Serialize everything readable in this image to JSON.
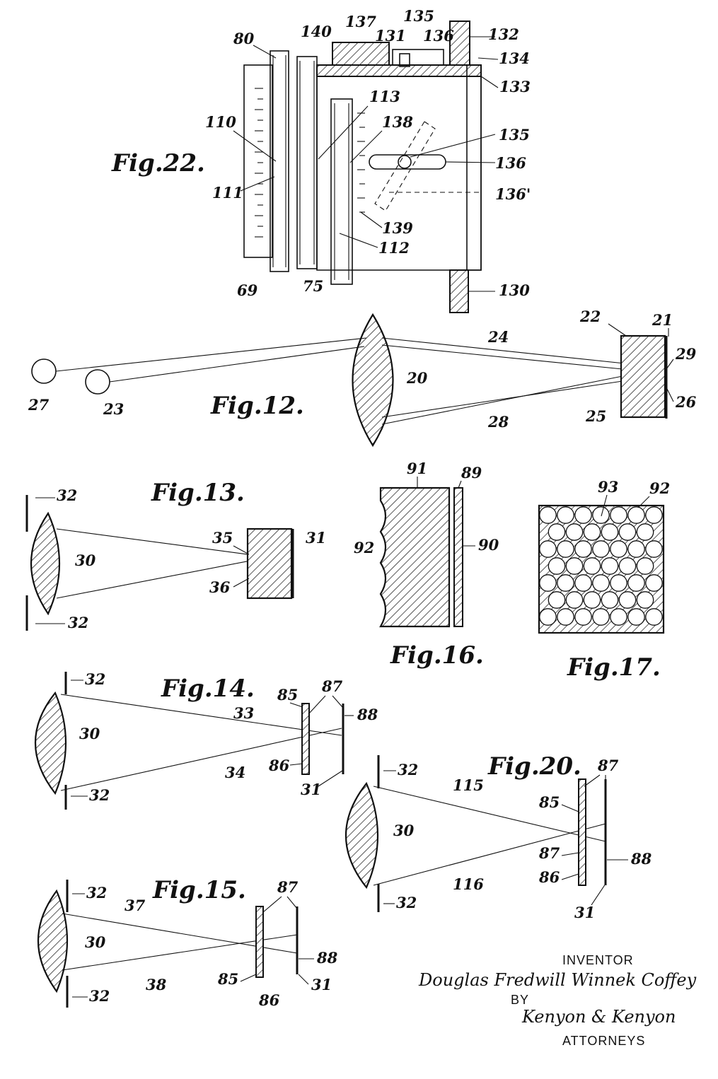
{
  "figures": {
    "fig22": {
      "title": "Fig.22.",
      "labels": [
        "80",
        "140",
        "137",
        "131",
        "135",
        "136",
        "132",
        "134",
        "133",
        "113",
        "110",
        "138",
        "135",
        "136",
        "136'",
        "111",
        "139",
        "112",
        "69",
        "75",
        "130"
      ]
    },
    "fig12": {
      "title": "Fig.12.",
      "labels": [
        "22",
        "21",
        "24",
        "29",
        "20",
        "27",
        "23",
        "26",
        "25",
        "28"
      ]
    },
    "fig13": {
      "title": "Fig.13.",
      "labels": [
        "32",
        "35",
        "31",
        "30",
        "36",
        "32"
      ]
    },
    "fig16": {
      "title": "Fig.16.",
      "labels": [
        "91",
        "89",
        "92",
        "90"
      ]
    },
    "fig17": {
      "title": "Fig.17.",
      "labels": [
        "93",
        "92"
      ]
    },
    "fig14": {
      "title": "Fig.14.",
      "labels": [
        "32",
        "87",
        "85",
        "88",
        "33",
        "30",
        "34",
        "86",
        "31",
        "32"
      ]
    },
    "fig20": {
      "title": "Fig.20.",
      "labels": [
        "32",
        "87",
        "115",
        "85",
        "30",
        "87",
        "88",
        "86",
        "116",
        "31",
        "32"
      ]
    },
    "fig15": {
      "title": "Fig.15.",
      "labels": [
        "32",
        "87",
        "37",
        "30",
        "88",
        "85",
        "38",
        "31",
        "86",
        "32"
      ]
    }
  },
  "attribution": {
    "inventor_caption": "INVENTOR",
    "inventor_signature": "Douglas Fredwill Winnek Coffey",
    "by_caption": "BY",
    "attorneys_signature": "Kenyon & Kenyon",
    "attorneys_caption": "ATTORNEYS"
  }
}
